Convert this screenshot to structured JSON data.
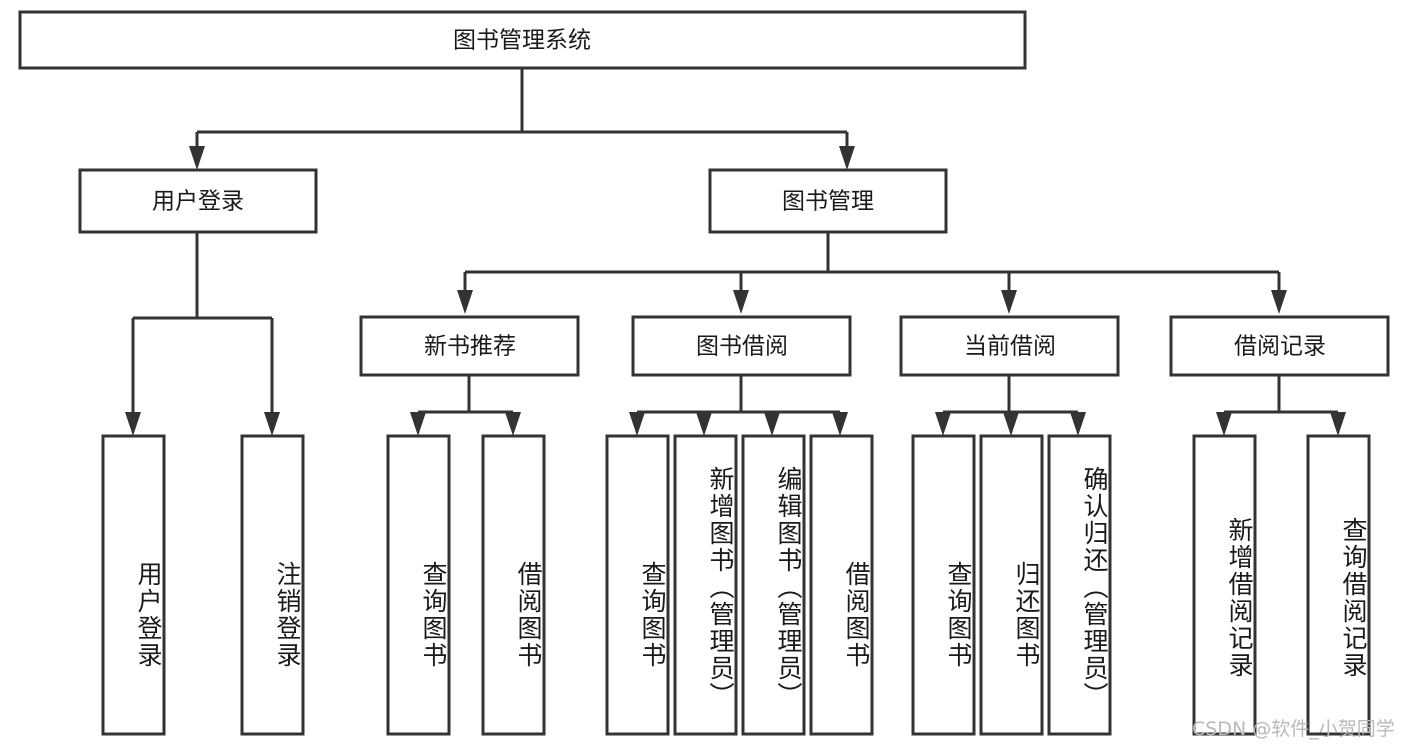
{
  "diagram": {
    "type": "tree-hierarchy",
    "title": "图书管理系统",
    "orientation": "top-down",
    "colors": {
      "stroke": "#333333",
      "fill": "#ffffff",
      "text": "#1a1a1a",
      "watermark": "#b9b9b9",
      "background": "#ffffff"
    },
    "root": {
      "label": "图书管理系统"
    },
    "level2": [
      {
        "label": "用户登录"
      },
      {
        "label": "图书管理"
      }
    ],
    "level3": [
      {
        "label": "新书推荐"
      },
      {
        "label": "图书借阅"
      },
      {
        "label": "当前借阅"
      },
      {
        "label": "借阅记录"
      }
    ],
    "leaves": {
      "user_login": [
        {
          "label": "用户登录"
        },
        {
          "label": "注销登录"
        }
      ],
      "new_book_recommend": [
        {
          "label": "查询图书"
        },
        {
          "label": "借阅图书"
        }
      ],
      "book_borrow": [
        {
          "label": "查询图书"
        },
        {
          "label": "新增图书（管理员）"
        },
        {
          "label": "编辑图书（管理员）"
        },
        {
          "label": "借阅图书"
        }
      ],
      "current_borrow": [
        {
          "label": "查询图书"
        },
        {
          "label": "归还图书"
        },
        {
          "label": "确认归还（管理员）"
        }
      ],
      "borrow_record": [
        {
          "label": "新增借阅记录"
        },
        {
          "label": "查询借阅记录"
        }
      ]
    }
  },
  "watermark": {
    "text": "CSDN @软件_小贺同学"
  }
}
